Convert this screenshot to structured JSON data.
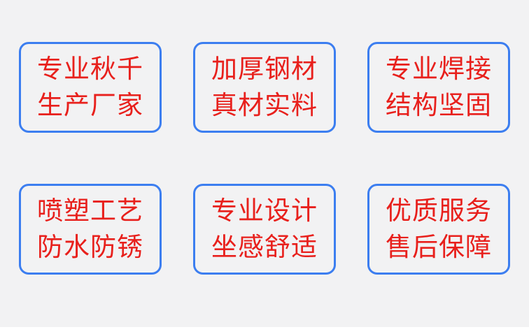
{
  "features": [
    {
      "line1": "专业秋千",
      "line2": "生产厂家"
    },
    {
      "line1": "加厚钢材",
      "line2": "真材实料"
    },
    {
      "line1": "专业焊接",
      "line2": "结构坚固"
    },
    {
      "line1": "喷塑工艺",
      "line2": "防水防锈"
    },
    {
      "line1": "专业设计",
      "line2": "坐感舒适"
    },
    {
      "line1": "优质服务",
      "line2": "售后保障"
    }
  ],
  "colors": {
    "border": "#3c7ef0",
    "text": "#e8201c",
    "background": "#f2f2f3"
  }
}
